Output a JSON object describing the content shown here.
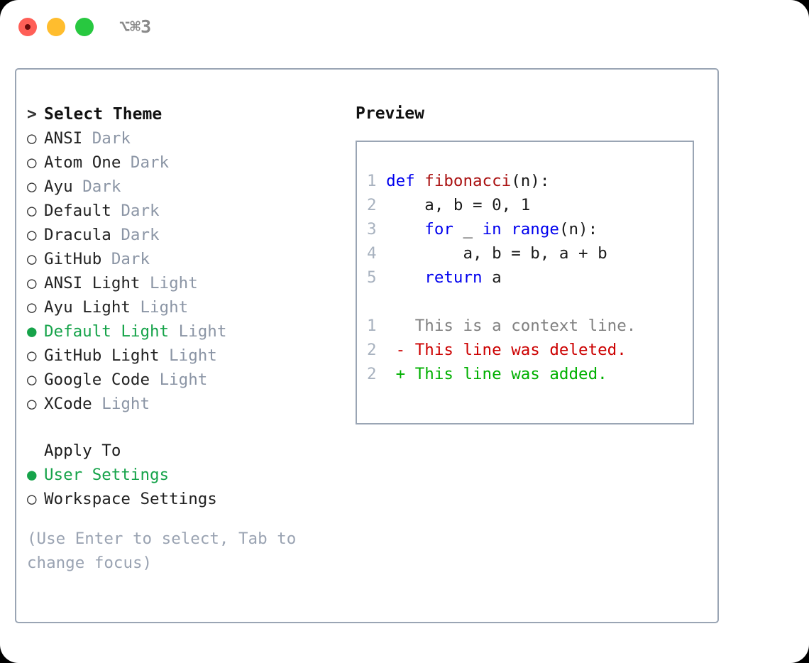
{
  "titlebar": {
    "shortcut": "⌥⌘3",
    "lights": [
      {
        "name": "close",
        "color": "#ff5f57"
      },
      {
        "name": "minimize",
        "color": "#ffbd2e"
      },
      {
        "name": "maximize",
        "color": "#28c840"
      }
    ]
  },
  "colors": {
    "border": "#9aa5b4",
    "muted": "#8b95a5",
    "selected_green": "#16a34a",
    "keyword_blue": "#0000ee",
    "function_red": "#aa1111",
    "diff_del": "#cc0000",
    "diff_add": "#00b000",
    "line_number": "#a8b2bf"
  },
  "theme_picker": {
    "header_marker": ">",
    "header_label": "Select Theme",
    "unselected_marker": "○",
    "selected_marker": "●",
    "items": [
      {
        "name": "ANSI",
        "category": "Dark",
        "selected": false
      },
      {
        "name": "Atom One",
        "category": "Dark",
        "selected": false
      },
      {
        "name": "Ayu",
        "category": "Dark",
        "selected": false
      },
      {
        "name": "Default",
        "category": "Dark",
        "selected": false
      },
      {
        "name": "Dracula",
        "category": "Dark",
        "selected": false
      },
      {
        "name": "GitHub",
        "category": "Dark",
        "selected": false
      },
      {
        "name": "ANSI Light",
        "category": "Light",
        "selected": false
      },
      {
        "name": "Ayu Light",
        "category": "Light",
        "selected": false
      },
      {
        "name": "Default Light",
        "category": "Light",
        "selected": true
      },
      {
        "name": "GitHub Light",
        "category": "Light",
        "selected": false
      },
      {
        "name": "Google Code",
        "category": "Light",
        "selected": false
      },
      {
        "name": "XCode",
        "category": "Light",
        "selected": false
      }
    ]
  },
  "apply_to": {
    "title": "Apply To",
    "options": [
      {
        "label": "User Settings",
        "selected": true
      },
      {
        "label": "Workspace Settings",
        "selected": false
      }
    ]
  },
  "hint": {
    "line1": "(Use Enter to select, Tab to",
    "line2": "change focus)"
  },
  "preview": {
    "title": "Preview",
    "code_lines": [
      {
        "number": "1",
        "tokens": [
          {
            "text": "def ",
            "style": "kw"
          },
          {
            "text": "fibonacci",
            "style": "fn"
          },
          {
            "text": "(n):",
            "style": "plain"
          }
        ]
      },
      {
        "number": "2",
        "tokens": [
          {
            "text": "    a, b = 0, 1",
            "style": "plain"
          }
        ]
      },
      {
        "number": "3",
        "tokens": [
          {
            "text": "    ",
            "style": "plain"
          },
          {
            "text": "for",
            "style": "kw"
          },
          {
            "text": " _ ",
            "style": "plain"
          },
          {
            "text": "in range",
            "style": "kw"
          },
          {
            "text": "(n):",
            "style": "plain"
          }
        ]
      },
      {
        "number": "4",
        "tokens": [
          {
            "text": "        a, b = b, a + b",
            "style": "plain"
          }
        ]
      },
      {
        "number": "5",
        "tokens": [
          {
            "text": "    ",
            "style": "plain"
          },
          {
            "text": "return",
            "style": "kw"
          },
          {
            "text": " a",
            "style": "plain"
          }
        ]
      }
    ],
    "diff_lines": [
      {
        "number": "1",
        "sign": " ",
        "text": " This is a context line.",
        "style": "ctx"
      },
      {
        "number": "2",
        "sign": "-",
        "text": " This line was deleted.",
        "style": "del"
      },
      {
        "number": "2",
        "sign": "+",
        "text": " This line was added.",
        "style": "add"
      }
    ]
  }
}
